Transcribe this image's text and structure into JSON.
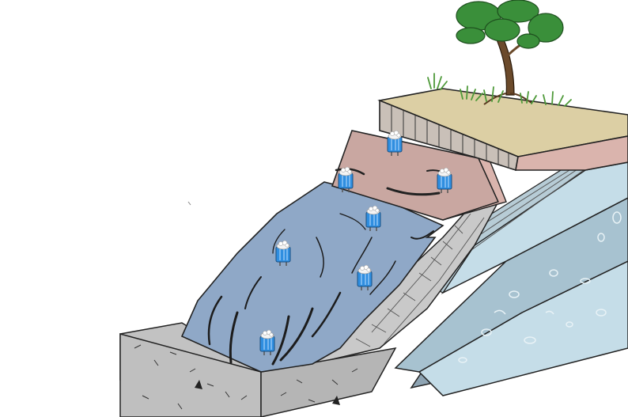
{
  "diagram": {
    "sensor_count": 7,
    "sensors": [
      {
        "id": "s1",
        "icon": "sensor-icon"
      },
      {
        "id": "s2",
        "icon": "sensor-icon"
      },
      {
        "id": "s3",
        "icon": "sensor-icon"
      },
      {
        "id": "s4",
        "icon": "sensor-icon"
      },
      {
        "id": "s5",
        "icon": "sensor-icon"
      },
      {
        "id": "s6",
        "icon": "sensor-icon"
      },
      {
        "id": "s7",
        "icon": "sensor-icon"
      }
    ],
    "icons": [
      "tree-icon",
      "grass-icon",
      "sensor-icon"
    ],
    "colors": {
      "background": "#ffffff",
      "top_soil": "#dccfa4",
      "top_cliff": "#c9c0b8",
      "slip_block": "#c9a7a1",
      "slip_block_front": "#dab4ad",
      "landslide_body": "#8fa8c7",
      "bedrock_layer": "#c9c9c9",
      "strata_light": "#c5dde8",
      "strata_mid": "#a7c2d0",
      "strata_dark": "#8ea4b3",
      "sensor_blue": "#2f8ee0",
      "tree_green": "#3a8f3a",
      "trunk": "#6b4a2b"
    }
  }
}
